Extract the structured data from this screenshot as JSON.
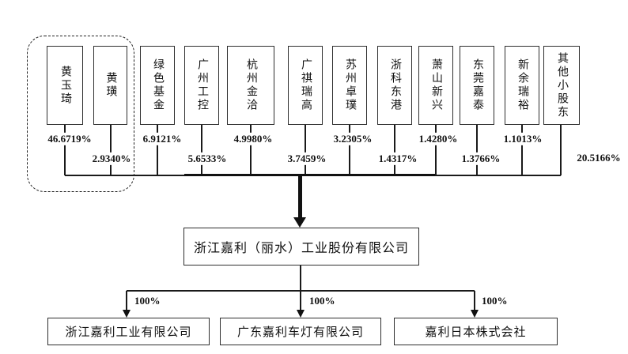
{
  "shareholders": [
    {
      "name": "黄玉琦",
      "percent": "46.6719%"
    },
    {
      "name": "黄璜",
      "percent": "2.9340%"
    },
    {
      "name": "绿色基金",
      "percent": "6.9121%"
    },
    {
      "name": "广州工控",
      "percent": "5.6533%"
    },
    {
      "name": "杭州金洽",
      "percent": "4.9980%"
    },
    {
      "name": "广祺瑞高",
      "percent": "3.7459%"
    },
    {
      "name": "苏州卓璞",
      "percent": "3.2305%"
    },
    {
      "name": "浙科东港",
      "percent": "1.4317%"
    },
    {
      "name": "萧山新兴",
      "percent": "1.4280%"
    },
    {
      "name": "东莞嘉泰",
      "percent": "1.3766%"
    },
    {
      "name": "新余瑞裕",
      "percent": "1.1013%"
    },
    {
      "name": "其他小股东",
      "percent": "20.5166%"
    }
  ],
  "parent_company": {
    "name": "浙江嘉利（丽水）工业股份有限公司"
  },
  "subsidiaries": [
    {
      "name": "浙江嘉利工业有限公司",
      "percent": "100%"
    },
    {
      "name": "广东嘉利车灯有限公司",
      "percent": "100%"
    },
    {
      "name": "嘉利日本株式会社",
      "percent": "100%"
    }
  ],
  "colors": {
    "background": "#ffffff",
    "line": "#1a1a1a",
    "box_border": "#2e2e2e",
    "text": "#111111"
  }
}
